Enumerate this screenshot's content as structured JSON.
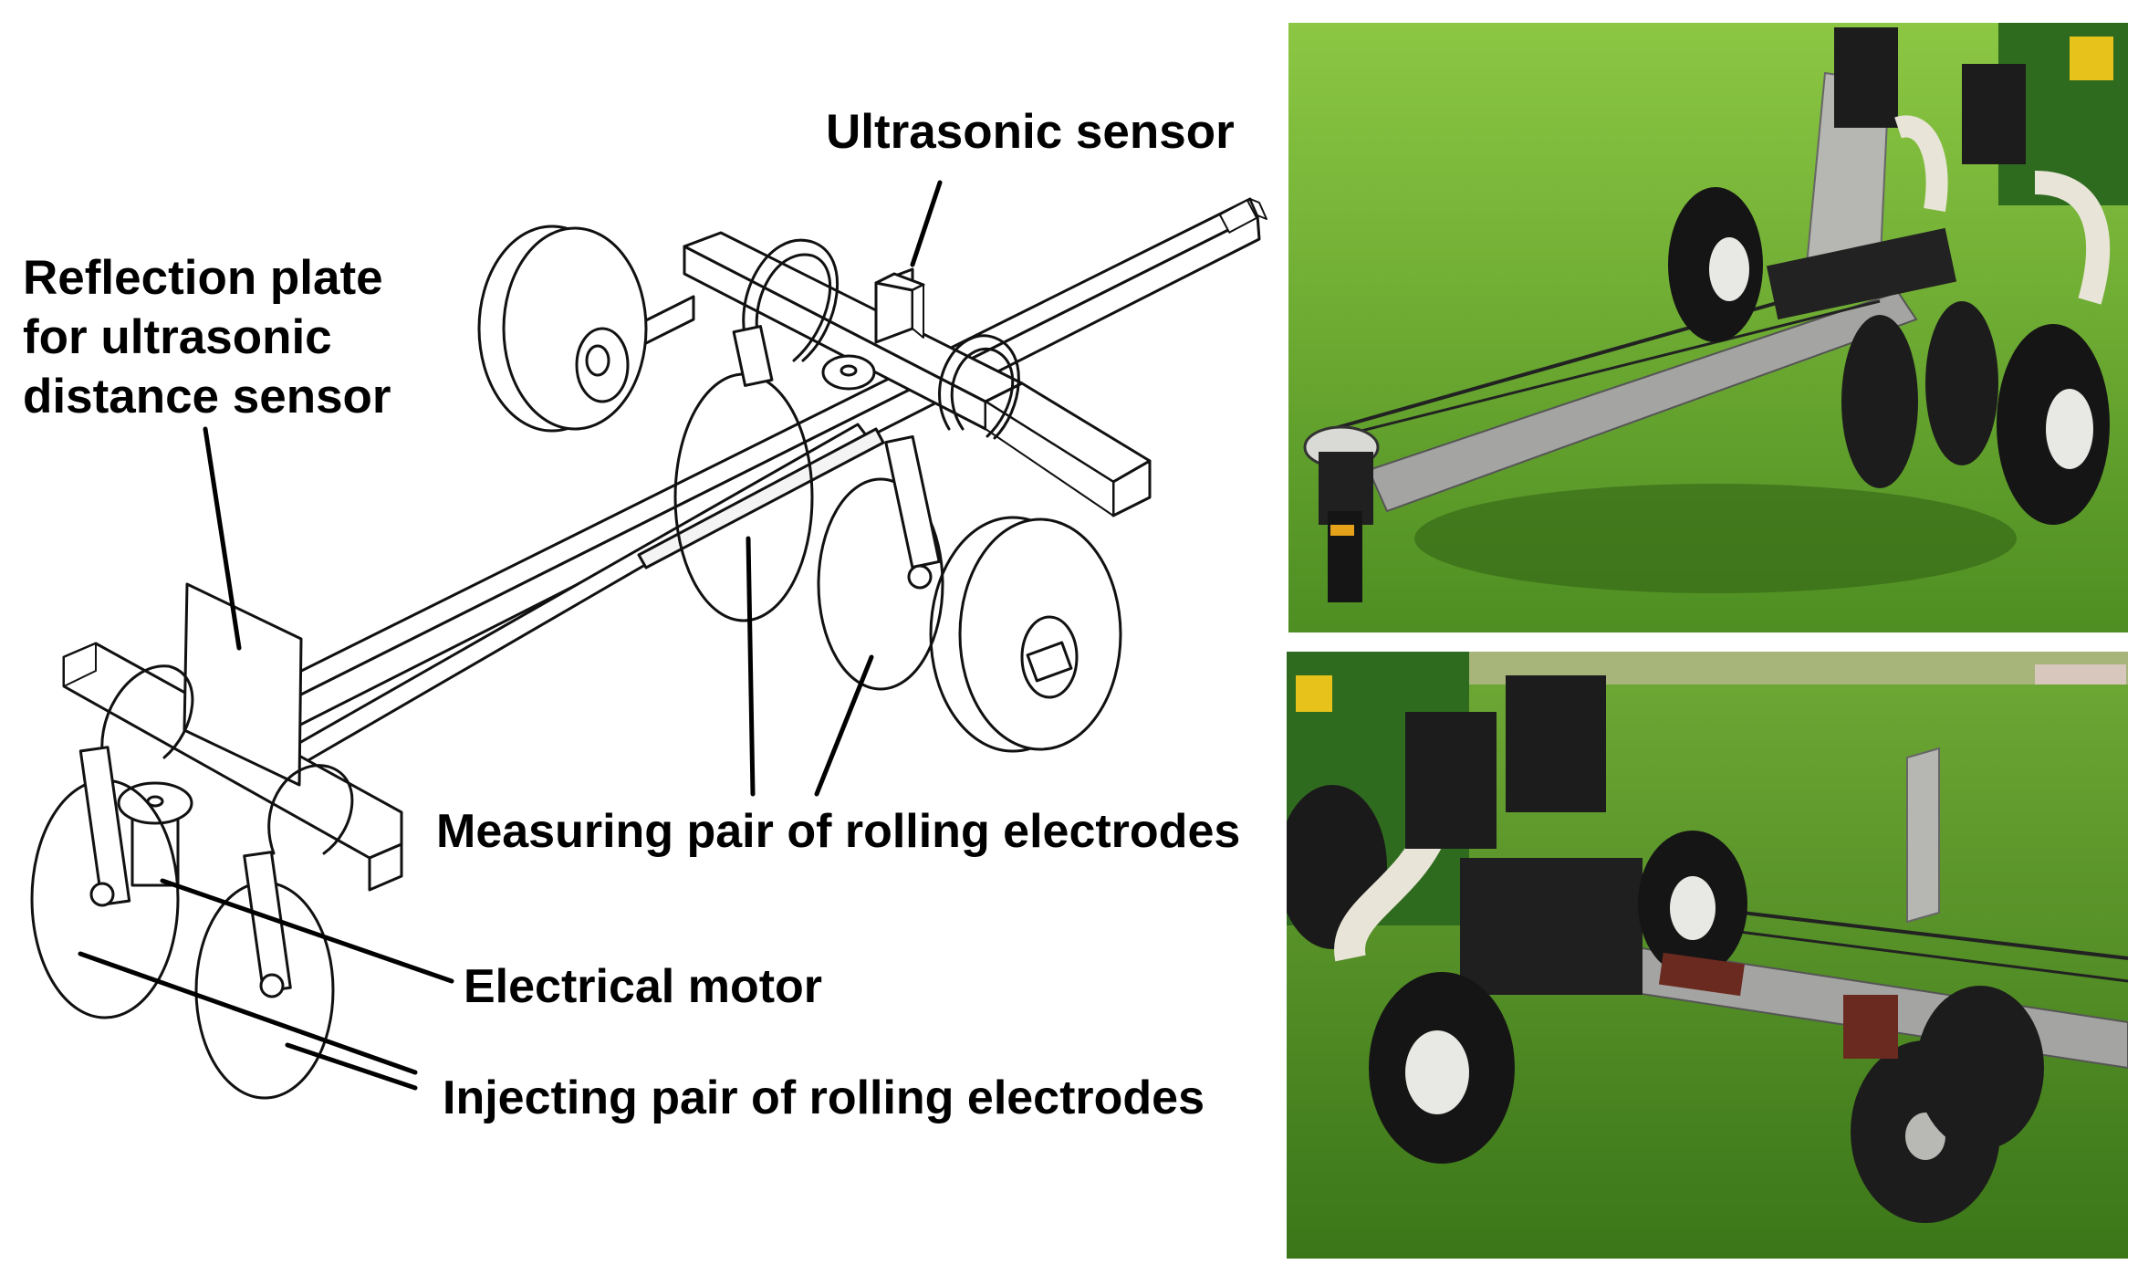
{
  "labels": {
    "ultrasonic_sensor": "Ultrasonic sensor",
    "reflection_plate": [
      "Reflection plate",
      "for ultrasonic",
      "distance sensor"
    ],
    "measuring_pair": "Measuring pair of rolling electrodes",
    "electrical_motor": "Electrical motor",
    "injecting_pair": "Injecting pair of rolling electrodes"
  },
  "colors": {
    "grass_light": "#7fbf3a",
    "grass_dark": "#3f7a1c",
    "frame_metal": "#9a9a98",
    "tractor_green": "#2f6b1f",
    "tractor_yellow": "#e6c21a",
    "electrode_black": "#1c1c1c",
    "tyre_black": "#151515",
    "rim_white": "#e8e8e4",
    "bracket_cream": "#e9e4d8"
  },
  "photos": {
    "top": "field-photo-side-view",
    "bottom": "field-photo-rear-view"
  }
}
